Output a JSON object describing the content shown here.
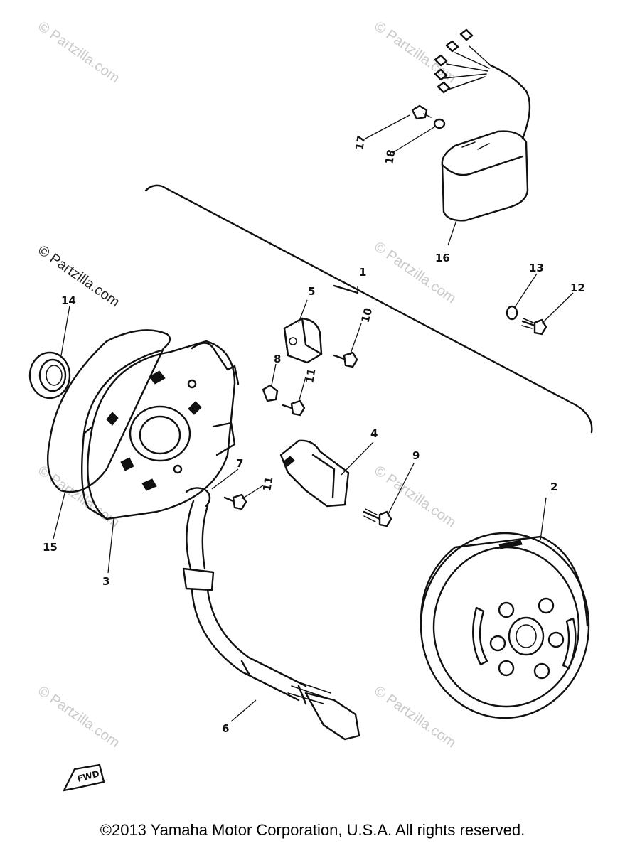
{
  "callouts": [
    "1",
    "2",
    "3",
    "4",
    "5",
    "6",
    "7",
    "8",
    "9",
    "10",
    "11",
    "11",
    "12",
    "13",
    "14",
    "15",
    "16",
    "17",
    "18"
  ],
  "watermark_text": "© Partzilla.com",
  "fwd_label": "FWD",
  "copyright": "©2013 Yamaha Motor Corporation, U.S.A. All rights reserved."
}
